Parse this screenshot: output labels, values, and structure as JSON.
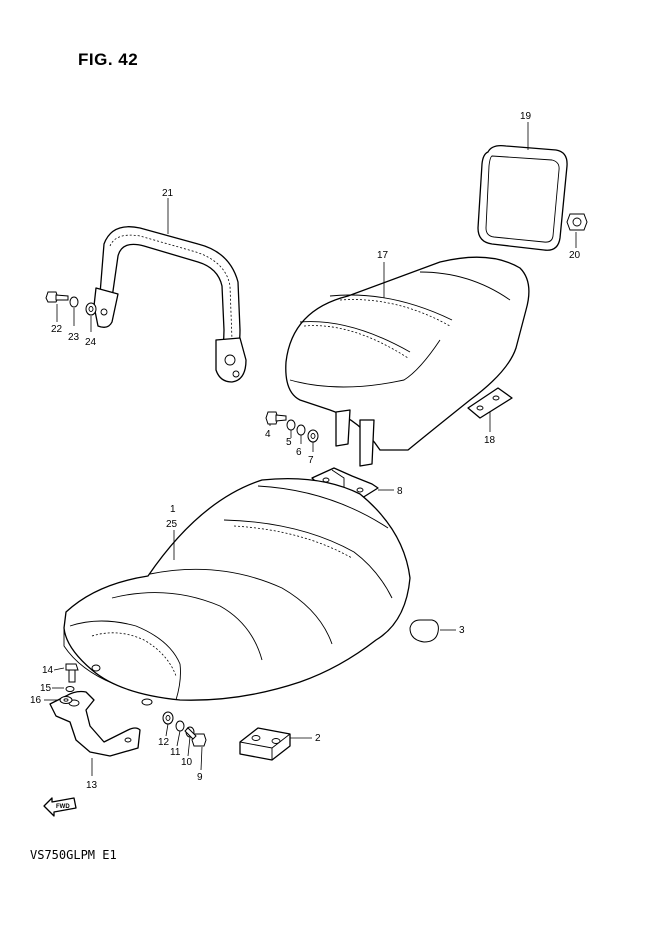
{
  "figure": {
    "title": "FIG. 42",
    "model_code": "VS750GLPM E1",
    "fwd_label": "FWD"
  },
  "callouts": {
    "c1": "1",
    "c2": "2",
    "c3": "3",
    "c4": "4",
    "c5": "5",
    "c6": "6",
    "c7": "7",
    "c8": "8",
    "c9": "9",
    "c10": "10",
    "c11": "11",
    "c12": "12",
    "c13": "13",
    "c14": "14",
    "c15": "15",
    "c16": "16",
    "c17": "17",
    "c18": "18",
    "c19": "19",
    "c20": "20",
    "c21": "21",
    "c22": "22",
    "c23": "23",
    "c24": "24",
    "c25": "25"
  }
}
